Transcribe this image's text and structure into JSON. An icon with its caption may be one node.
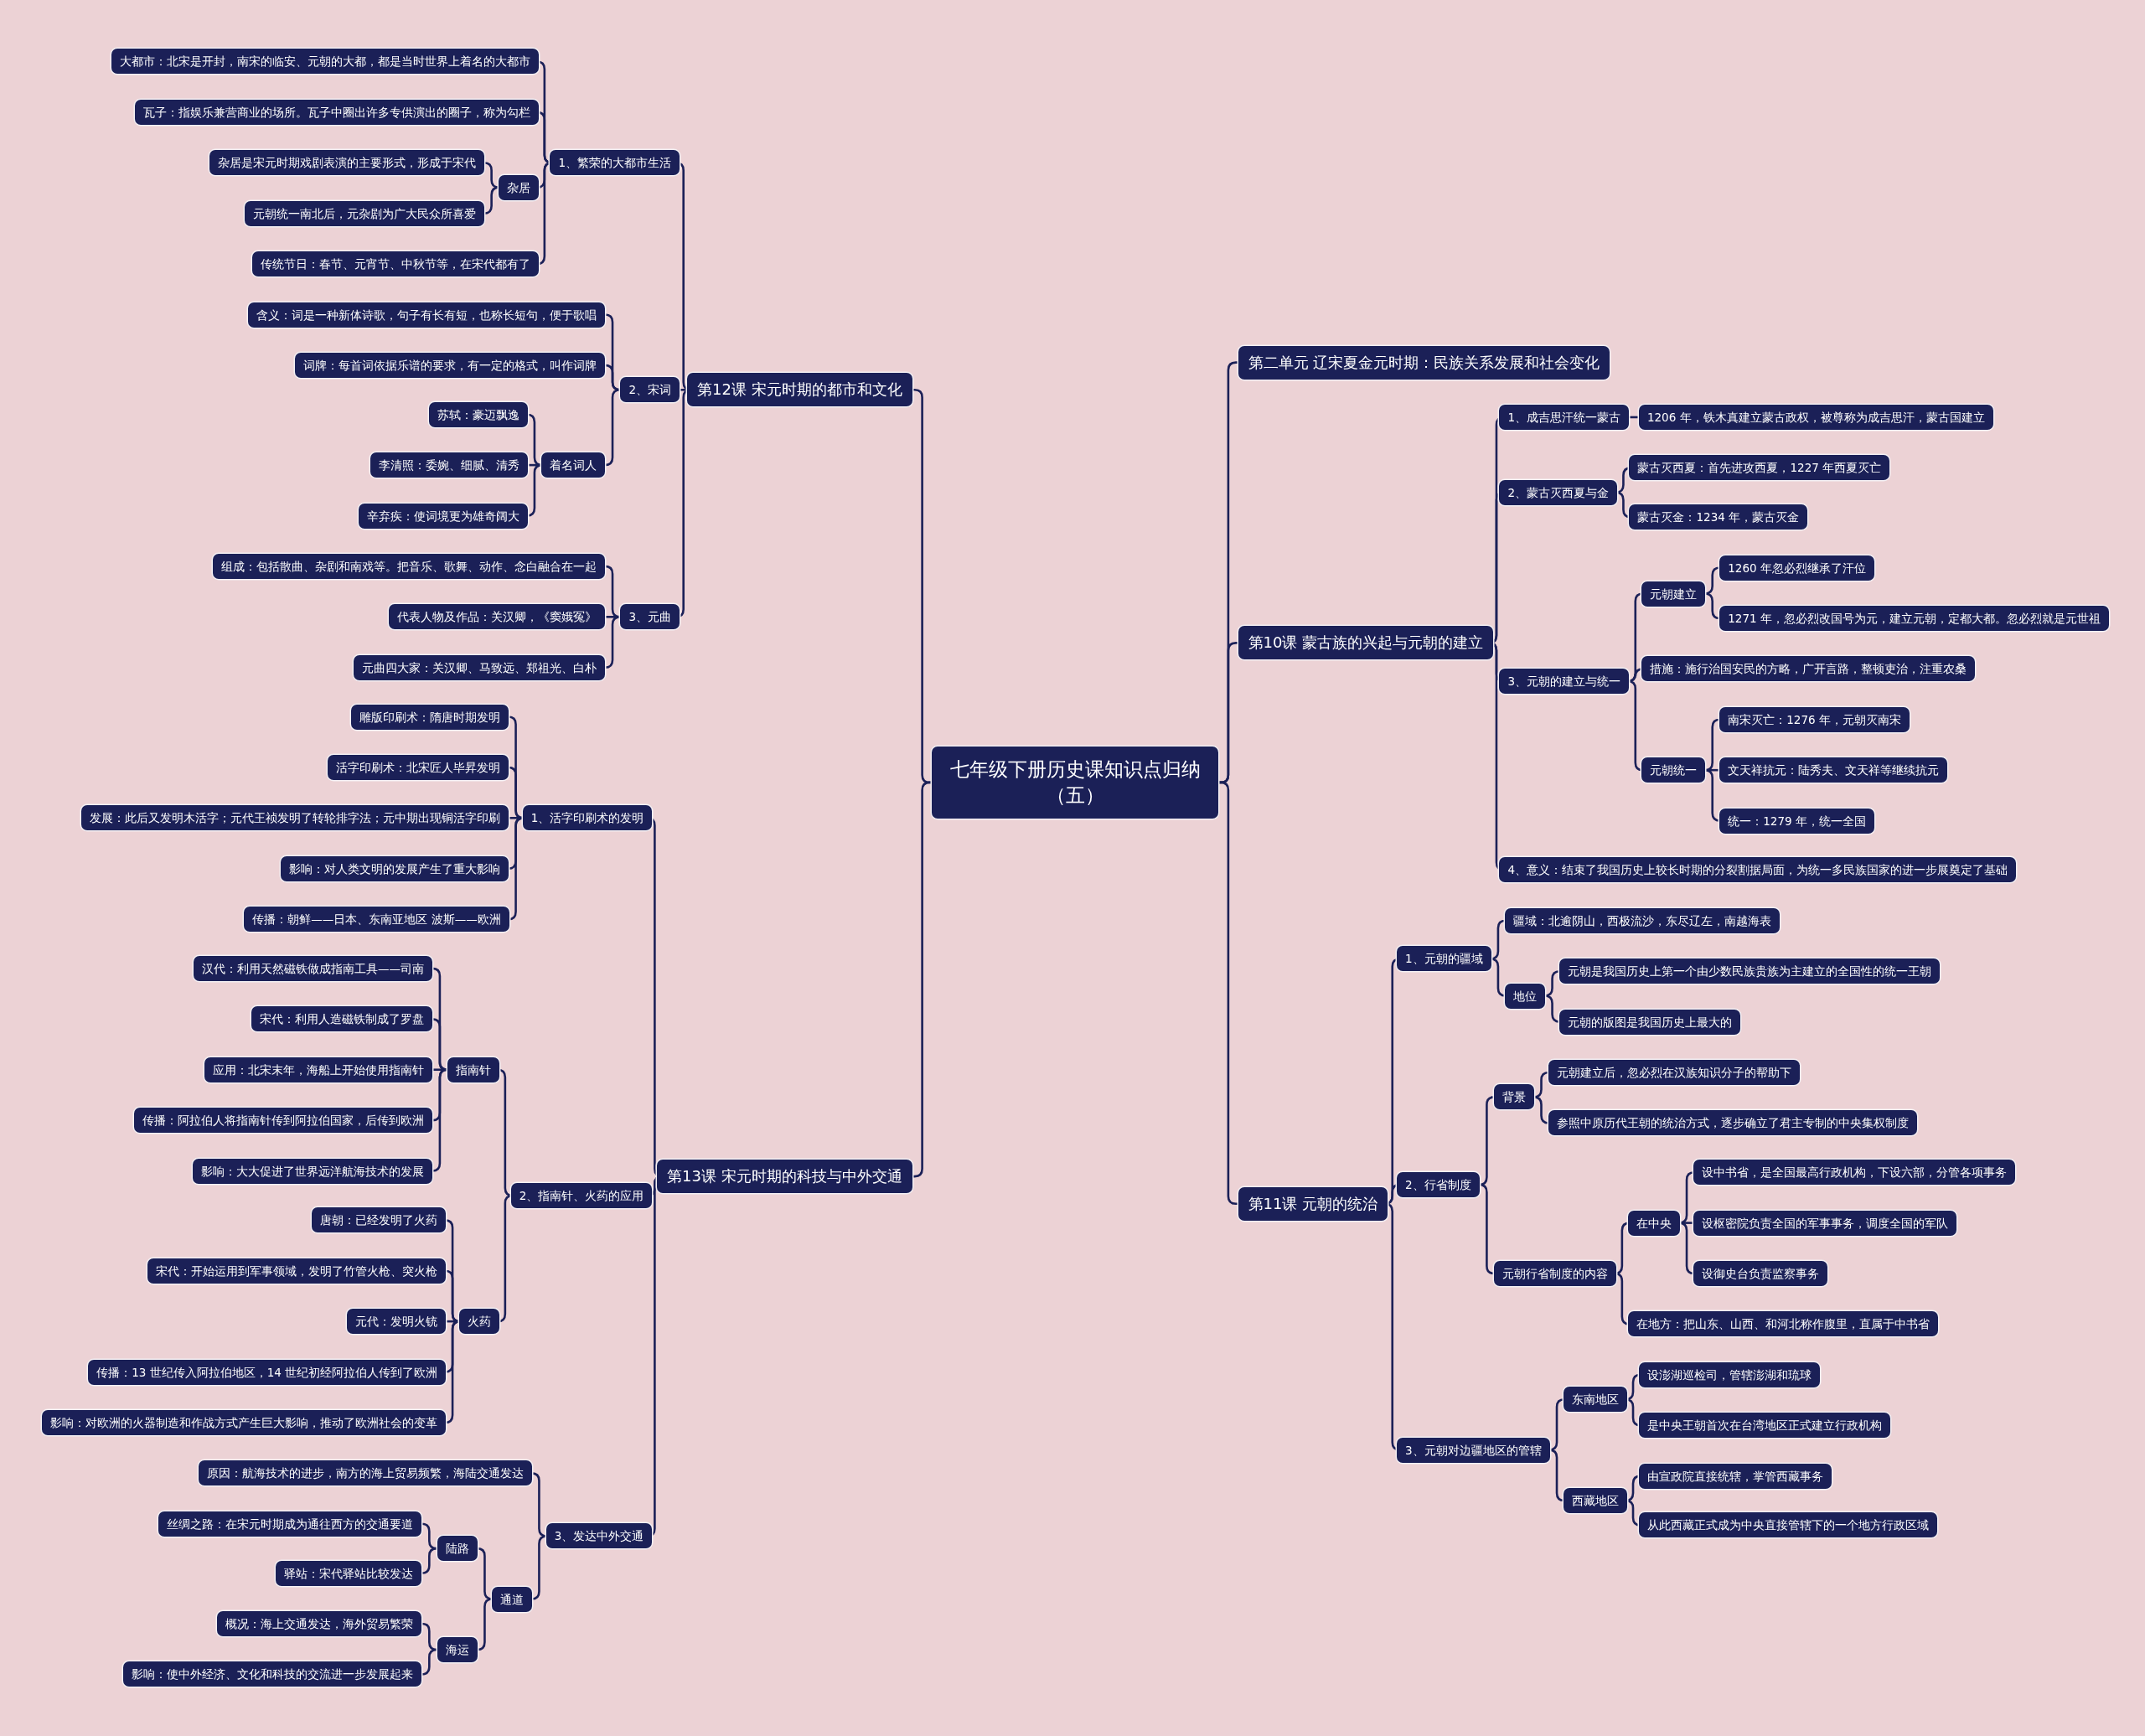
{
  "diagram": {
    "nodes": [
      {
        "text": [
          "七年级下册历史课知识点归纳（五）"
        ]
      },
      {
        "text": [
          "第二单元 辽宋夏金元时期：民族关系发展和社会变化"
        ]
      },
      {
        "text": [
          "第10课 蒙古族的兴起与元朝的建立"
        ]
      },
      {
        "text": [
          "1、成吉思汗统一蒙古"
        ]
      },
      {
        "text": [
          "1206 年，铁木真建立蒙古政权，被尊称为成吉思汗，蒙古国建立"
        ]
      },
      {
        "text": [
          "2、蒙古灭西夏与金"
        ]
      },
      {
        "text": [
          "蒙古灭西夏：首先进攻西夏，1227 年西夏灭亡"
        ]
      },
      {
        "text": [
          "蒙古灭金：1234 年，蒙古灭金"
        ]
      },
      {
        "text": [
          "3、元朝的建立与统一"
        ]
      },
      {
        "text": [
          "元朝建立"
        ]
      },
      {
        "text": [
          "1260 年忽必烈继承了汗位"
        ]
      },
      {
        "text": [
          "1271 年，忽必烈改国号为元，建立元朝，定都大都。忽必烈就是元世祖"
        ]
      },
      {
        "text": [
          "措施：施行治国安民的方略，广开言路，整顿吏治，注重农桑"
        ]
      },
      {
        "text": [
          "元朝统一"
        ]
      },
      {
        "text": [
          "南宋灭亡：1276 年，元朝灭南宋"
        ]
      },
      {
        "text": [
          "文天祥抗元：陆秀夫、文天祥等继续抗元"
        ]
      },
      {
        "text": [
          "统一：1279 年，统一全国"
        ]
      },
      {
        "text": [
          "4、意义：结束了我国历史上较长时期的分裂割据局面，为统一多民族国家的进一步展奠定了基础"
        ]
      },
      {
        "text": [
          "第11课 元朝的统治"
        ]
      },
      {
        "text": [
          "1、元朝的疆域"
        ]
      },
      {
        "text": [
          "疆域：北逾阴山，西极流沙，东尽辽左，南越海表"
        ]
      },
      {
        "text": [
          "地位"
        ]
      },
      {
        "text": [
          "元朝是我国历史上第一个由少数民族贵族为主建立的全国性的统一王朝"
        ]
      },
      {
        "text": [
          "元朝的版图是我国历史上最大的"
        ]
      },
      {
        "text": [
          "2、行省制度"
        ]
      },
      {
        "text": [
          "背景"
        ]
      },
      {
        "text": [
          "元朝建立后，忽必烈在汉族知识分子的帮助下"
        ]
      },
      {
        "text": [
          "参照中原历代王朝的统治方式，逐步确立了君主专制的中央集权制度"
        ]
      },
      {
        "text": [
          "元朝行省制度的内容"
        ]
      },
      {
        "text": [
          "在中央"
        ]
      },
      {
        "text": [
          "设中书省，是全国最高行政机构，下设六部，分管各项事务"
        ]
      },
      {
        "text": [
          "设枢密院负责全国的军事事务，调度全国的军队"
        ]
      },
      {
        "text": [
          "设御史台负责监察事务"
        ]
      },
      {
        "text": [
          "在地方：把山东、山西、和河北称作腹里，直属于中书省"
        ]
      },
      {
        "text": [
          "3、元朝对边疆地区的管辖"
        ]
      },
      {
        "text": [
          "东南地区"
        ]
      },
      {
        "text": [
          "设澎湖巡检司，管辖澎湖和琉球"
        ]
      },
      {
        "text": [
          "是中央王朝首次在台湾地区正式建立行政机构"
        ]
      },
      {
        "text": [
          "西藏地区"
        ]
      },
      {
        "text": [
          "由宣政院直接统辖，掌管西藏事务"
        ]
      },
      {
        "text": [
          "从此西藏正式成为中央直接管辖下的一个地方行政区域"
        ]
      },
      {
        "text": [
          "第12课 宋元时期的都市和文化"
        ]
      },
      {
        "text": [
          "1、繁荣的大都市生活"
        ]
      },
      {
        "text": [
          "大都市：北宋是开封，南宋的临安、元朝的大都，都是当时世界上着名的大都市"
        ]
      },
      {
        "text": [
          "瓦子：指娱乐兼营商业的场所。瓦子中圈出许多专供演出的圈子，称为勾栏"
        ]
      },
      {
        "text": [
          "杂居"
        ]
      },
      {
        "text": [
          "杂居是宋元时期戏剧表演的主要形式，形成于宋代"
        ]
      },
      {
        "text": [
          "元朝统一南北后，元杂剧为广大民众所喜爱"
        ]
      },
      {
        "text": [
          "传统节日：春节、元宵节、中秋节等，在宋代都有了"
        ]
      },
      {
        "text": [
          "2、宋词"
        ]
      },
      {
        "text": [
          "含义：词是一种新体诗歌，句子有长有短，也称长短句，便于歌唱"
        ]
      },
      {
        "text": [
          "词牌：每首词依据乐谱的要求，有一定的格式，叫作词牌"
        ]
      },
      {
        "text": [
          "着名词人"
        ]
      },
      {
        "text": [
          "苏轼：豪迈飘逸"
        ]
      },
      {
        "text": [
          "李清照：委婉、细腻、清秀"
        ]
      },
      {
        "text": [
          "辛弃疾：使词境更为雄奇阔大"
        ]
      },
      {
        "text": [
          "3、元曲"
        ]
      },
      {
        "text": [
          "组成：包括散曲、杂剧和南戏等。把音乐、歌舞、动作、念白融合在一起"
        ]
      },
      {
        "text": [
          "代表人物及作品：关汉卿，《窦娥冤》"
        ]
      },
      {
        "text": [
          "元曲四大家：关汉卿、马致远、郑祖光、白朴"
        ]
      },
      {
        "text": [
          "第13课 宋元时期的科技与中外交通"
        ]
      },
      {
        "text": [
          "1、活字印刷术的发明"
        ]
      },
      {
        "text": [
          "雕版印刷术：隋唐时期发明"
        ]
      },
      {
        "text": [
          "活字印刷术：北宋匠人毕昇发明"
        ]
      },
      {
        "text": [
          "发展：此后又发明木活字；元代王祯发明了转轮排字法；元中期出现铜活字印刷"
        ]
      },
      {
        "text": [
          "影响：对人类文明的发展产生了重大影响"
        ]
      },
      {
        "text": [
          "传播：朝鲜——日本、东南亚地区 波斯——欧洲"
        ]
      },
      {
        "text": [
          "2、指南针、火药的应用"
        ]
      },
      {
        "text": [
          "指南针"
        ]
      },
      {
        "text": [
          "汉代：利用天然磁铁做成指南工具——司南"
        ]
      },
      {
        "text": [
          "宋代：利用人造磁铁制成了罗盘"
        ]
      },
      {
        "text": [
          "应用：北宋末年，海船上开始使用指南针"
        ]
      },
      {
        "text": [
          "传播：阿拉伯人将指南针传到阿拉伯国家，后传到欧洲"
        ]
      },
      {
        "text": [
          "影响：大大促进了世界远洋航海技术的发展"
        ]
      },
      {
        "text": [
          "火药"
        ]
      },
      {
        "text": [
          "唐朝：已经发明了火药"
        ]
      },
      {
        "text": [
          "宋代：开始运用到军事领域，发明了竹管火枪、突火枪"
        ]
      },
      {
        "text": [
          "元代：发明火铳"
        ]
      },
      {
        "text": [
          "传播：13 世纪传入阿拉伯地区，14 世纪初经阿拉伯人传到了欧洲"
        ]
      },
      {
        "text": [
          "影响：对欧洲的火器制造和作战方式产生巨大影响，推动了欧洲社会的变革"
        ]
      },
      {
        "text": [
          "3、发达中外交通"
        ]
      },
      {
        "text": [
          "原因：航海技术的进步，南方的海上贸易频繁，海陆交通发达"
        ]
      },
      {
        "text": [
          "通道"
        ]
      },
      {
        "text": [
          "陆路"
        ]
      },
      {
        "text": [
          "丝绸之路：在宋元时期成为通往西方的交通要道"
        ]
      },
      {
        "text": [
          "驿站：宋代驿站比较发达"
        ]
      },
      {
        "text": [
          "海运"
        ]
      },
      {
        "text": [
          "概况：海上交通发达，海外贸易繁荣"
        ]
      },
      {
        "text": [
          "影响：使中外经济、文化和科技的交流进一步发展起来"
        ]
      }
    ],
    "edges": [
      {
        "from": 0,
        "to": 1,
        "arrow": "none"
      },
      {
        "from": 0,
        "to": 2,
        "arrow": "none"
      },
      {
        "from": 0,
        "to": 18,
        "arrow": "none"
      },
      {
        "from": 0,
        "to": 41,
        "arrow": "none"
      },
      {
        "from": 0,
        "to": 60,
        "arrow": "none"
      },
      {
        "from": 2,
        "to": 3,
        "arrow": "none"
      },
      {
        "from": 2,
        "to": 5,
        "arrow": "none"
      },
      {
        "from": 2,
        "to": 8,
        "arrow": "none"
      },
      {
        "from": 2,
        "to": 17,
        "arrow": "none"
      },
      {
        "from": 3,
        "to": 4,
        "arrow": "none"
      },
      {
        "from": 5,
        "to": 6,
        "arrow": "none"
      },
      {
        "from": 5,
        "to": 7,
        "arrow": "none"
      },
      {
        "from": 8,
        "to": 9,
        "arrow": "none"
      },
      {
        "from": 8,
        "to": 12,
        "arrow": "none"
      },
      {
        "from": 8,
        "to": 13,
        "arrow": "none"
      },
      {
        "from": 9,
        "to": 10,
        "arrow": "none"
      },
      {
        "from": 9,
        "to": 11,
        "arrow": "none"
      },
      {
        "from": 13,
        "to": 14,
        "arrow": "none"
      },
      {
        "from": 13,
        "to": 15,
        "arrow": "none"
      },
      {
        "from": 13,
        "to": 16,
        "arrow": "none"
      },
      {
        "from": 18,
        "to": 19,
        "arrow": "none"
      },
      {
        "from": 18,
        "to": 24,
        "arrow": "none"
      },
      {
        "from": 18,
        "to": 34,
        "arrow": "none"
      },
      {
        "from": 19,
        "to": 20,
        "arrow": "none"
      },
      {
        "from": 19,
        "to": 21,
        "arrow": "none"
      },
      {
        "from": 21,
        "to": 22,
        "arrow": "none"
      },
      {
        "from": 21,
        "to": 23,
        "arrow": "none"
      },
      {
        "from": 24,
        "to": 25,
        "arrow": "none"
      },
      {
        "from": 24,
        "to": 28,
        "arrow": "none"
      },
      {
        "from": 25,
        "to": 26,
        "arrow": "none"
      },
      {
        "from": 25,
        "to": 27,
        "arrow": "none"
      },
      {
        "from": 28,
        "to": 29,
        "arrow": "none"
      },
      {
        "from": 28,
        "to": 33,
        "arrow": "none"
      },
      {
        "from": 29,
        "to": 30,
        "arrow": "none"
      },
      {
        "from": 29,
        "to": 31,
        "arrow": "none"
      },
      {
        "from": 29,
        "to": 32,
        "arrow": "none"
      },
      {
        "from": 34,
        "to": 35,
        "arrow": "none"
      },
      {
        "from": 34,
        "to": 38,
        "arrow": "none"
      },
      {
        "from": 35,
        "to": 36,
        "arrow": "none"
      },
      {
        "from": 35,
        "to": 37,
        "arrow": "none"
      },
      {
        "from": 38,
        "to": 39,
        "arrow": "none"
      },
      {
        "from": 38,
        "to": 40,
        "arrow": "none"
      },
      {
        "from": 41,
        "to": 42,
        "arrow": "none"
      },
      {
        "from": 41,
        "to": 49,
        "arrow": "none"
      },
      {
        "from": 41,
        "to": 56,
        "arrow": "none"
      },
      {
        "from": 42,
        "to": 43,
        "arrow": "none"
      },
      {
        "from": 42,
        "to": 44,
        "arrow": "none"
      },
      {
        "from": 42,
        "to": 45,
        "arrow": "none"
      },
      {
        "from": 42,
        "to": 48,
        "arrow": "none"
      },
      {
        "from": 45,
        "to": 46,
        "arrow": "none"
      },
      {
        "from": 45,
        "to": 47,
        "arrow": "none"
      },
      {
        "from": 49,
        "to": 50,
        "arrow": "none"
      },
      {
        "from": 49,
        "to": 51,
        "arrow": "none"
      },
      {
        "from": 49,
        "to": 52,
        "arrow": "none"
      },
      {
        "from": 52,
        "to": 53,
        "arrow": "none"
      },
      {
        "from": 52,
        "to": 54,
        "arrow": "none"
      },
      {
        "from": 52,
        "to": 55,
        "arrow": "none"
      },
      {
        "from": 56,
        "to": 57,
        "arrow": "none"
      },
      {
        "from": 56,
        "to": 58,
        "arrow": "none"
      },
      {
        "from": 56,
        "to": 59,
        "arrow": "none"
      },
      {
        "from": 60,
        "to": 61,
        "arrow": "none"
      },
      {
        "from": 60,
        "to": 67,
        "arrow": "none"
      },
      {
        "from": 60,
        "to": 80,
        "arrow": "none"
      },
      {
        "from": 61,
        "to": 62,
        "arrow": "none"
      },
      {
        "from": 61,
        "to": 63,
        "arrow": "none"
      },
      {
        "from": 61,
        "to": 64,
        "arrow": "none"
      },
      {
        "from": 61,
        "to": 65,
        "arrow": "none"
      },
      {
        "from": 61,
        "to": 66,
        "arrow": "none"
      },
      {
        "from": 67,
        "to": 68,
        "arrow": "none"
      },
      {
        "from": 67,
        "to": 74,
        "arrow": "none"
      },
      {
        "from": 68,
        "to": 69,
        "arrow": "none"
      },
      {
        "from": 68,
        "to": 70,
        "arrow": "none"
      },
      {
        "from": 68,
        "to": 71,
        "arrow": "none"
      },
      {
        "from": 68,
        "to": 72,
        "arrow": "none"
      },
      {
        "from": 68,
        "to": 73,
        "arrow": "none"
      },
      {
        "from": 74,
        "to": 75,
        "arrow": "none"
      },
      {
        "from": 74,
        "to": 76,
        "arrow": "none"
      },
      {
        "from": 74,
        "to": 77,
        "arrow": "none"
      },
      {
        "from": 74,
        "to": 78,
        "arrow": "none"
      },
      {
        "from": 74,
        "to": 79,
        "arrow": "none"
      },
      {
        "from": 80,
        "to": 81,
        "arrow": "none"
      },
      {
        "from": 80,
        "to": 82,
        "arrow": "none"
      },
      {
        "from": 82,
        "to": 83,
        "arrow": "none"
      },
      {
        "from": 82,
        "to": 86,
        "arrow": "none"
      },
      {
        "from": 83,
        "to": 84,
        "arrow": "none"
      },
      {
        "from": 83,
        "to": 85,
        "arrow": "none"
      },
      {
        "from": 86,
        "to": 87,
        "arrow": "none"
      },
      {
        "from": 86,
        "to": 88,
        "arrow": "none"
      }
    ]
  }
}
